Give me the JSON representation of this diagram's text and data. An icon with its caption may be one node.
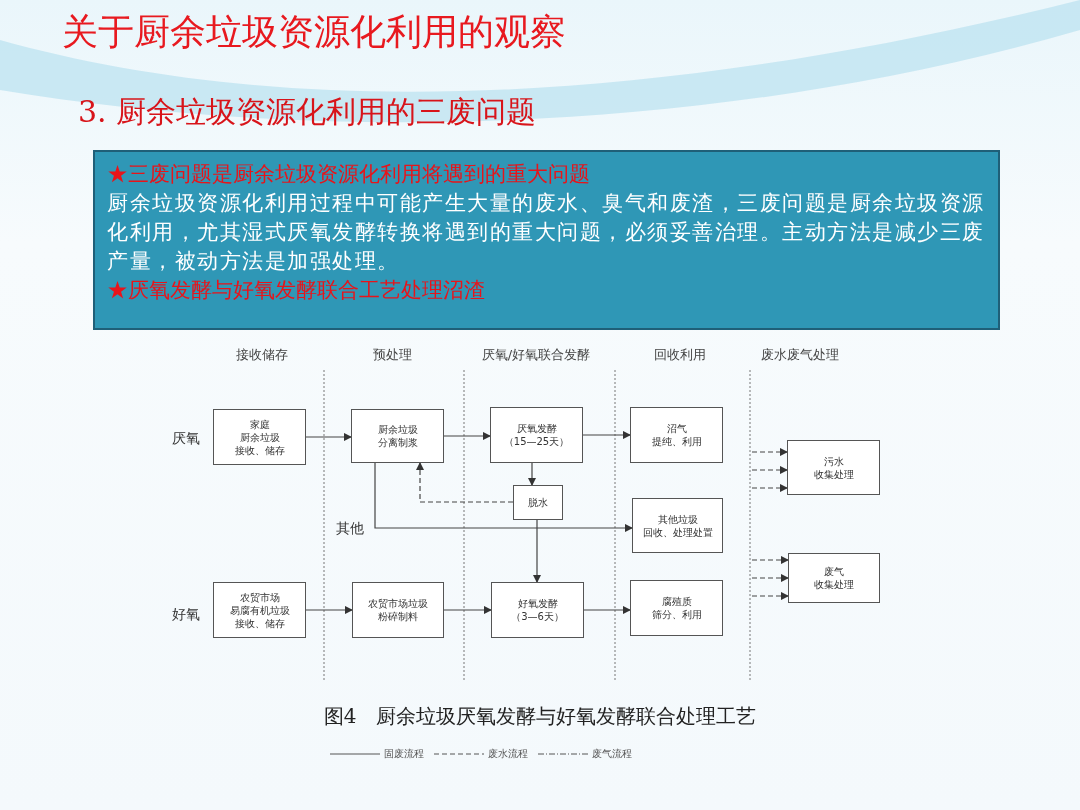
{
  "diagram": {
    "title": "关于厨余垃圾资源化利用的观察",
    "nodes": [
      {
        "text": [
          "★三废问题是厨余垃圾资源化利用将遇到的重大问题",
          "厨余垃圾资源化利用过程中可能产生大量的废水、臭气和废渣，三废问题是厨余垃圾资源化利用，尤其湿式厌氧发酵转换将遇到的重大问题，必须妥善治理。主动方法是减少三废产量，被动方法是加强处理。",
          "★厌氧发酵与好氧发酵联合工艺处理沼渣"
        ]
      },
      {
        "text": [
          "家庭",
          "厨余垃圾",
          "接收、储存"
        ]
      },
      {
        "text": [
          "厨余垃圾",
          "分离制浆"
        ]
      },
      {
        "text": [
          "厌氧发酵",
          "（15—25天）"
        ]
      },
      {
        "text": [
          "沼气",
          "提纯、利用"
        ]
      },
      {
        "text": [
          "污水",
          "收集处理"
        ]
      },
      {
        "text": [
          "脱水"
        ]
      },
      {
        "text": [
          "其他垃圾",
          "回收、处理处置"
        ]
      },
      {
        "text": [
          "废气",
          "收集处理"
        ]
      },
      {
        "text": [
          "农贸市场",
          "易腐有机垃圾",
          "接收、储存"
        ]
      },
      {
        "text": [
          "农贸市场垃圾",
          "粉碎制料"
        ]
      },
      {
        "text": [
          "好氧发酵",
          "（3—6天）"
        ]
      },
      {
        "text": [
          "腐殖质",
          "筛分、利用"
        ]
      }
    ],
    "edges": [
      {
        "from": 1,
        "to": 2,
        "arrow": "to"
      },
      {
        "from": 2,
        "to": 3,
        "arrow": "to"
      },
      {
        "from": 3,
        "to": 4,
        "arrow": "to"
      },
      {
        "from": 3,
        "to": 6,
        "arrow": "to"
      },
      {
        "from": 6,
        "to": 2,
        "arrow": "to",
        "style": "dashed"
      },
      {
        "from": 2,
        "to": 7,
        "arrow": "to",
        "label": "其他"
      },
      {
        "from": 6,
        "to": 11,
        "arrow": "to"
      },
      {
        "from": 9,
        "to": 10,
        "arrow": "to"
      },
      {
        "from": 10,
        "to": 11,
        "arrow": "to"
      },
      {
        "from": 11,
        "to": 12,
        "arrow": "to"
      },
      {
        "from": null,
        "to": 5,
        "arrow": "to",
        "style": "dashed"
      },
      {
        "from": null,
        "to": 5,
        "arrow": "to",
        "style": "dashed"
      },
      {
        "from": null,
        "to": 5,
        "arrow": "to",
        "style": "dashed"
      },
      {
        "from": null,
        "to": 8,
        "arrow": "to",
        "style": "dashed"
      },
      {
        "from": null,
        "to": 8,
        "arrow": "to",
        "style": "dashed"
      },
      {
        "from": null,
        "to": 8,
        "arrow": "to",
        "style": "dashed"
      }
    ],
    "labels": [
      "3. 厨余垃圾资源化利用的三废问题",
      "接收储存",
      "预处理",
      "厌氧/好氧联合发酵",
      "回收利用",
      "废水废气处理",
      "厌氧",
      "好氧"
    ],
    "caption": "图4　厨余垃圾厌氧发酵与好氧发酵联合处理工艺",
    "legend": [
      {
        "text": "固废流程"
      },
      {
        "text": "废水流程"
      },
      {
        "text": "废气流程"
      }
    ]
  }
}
